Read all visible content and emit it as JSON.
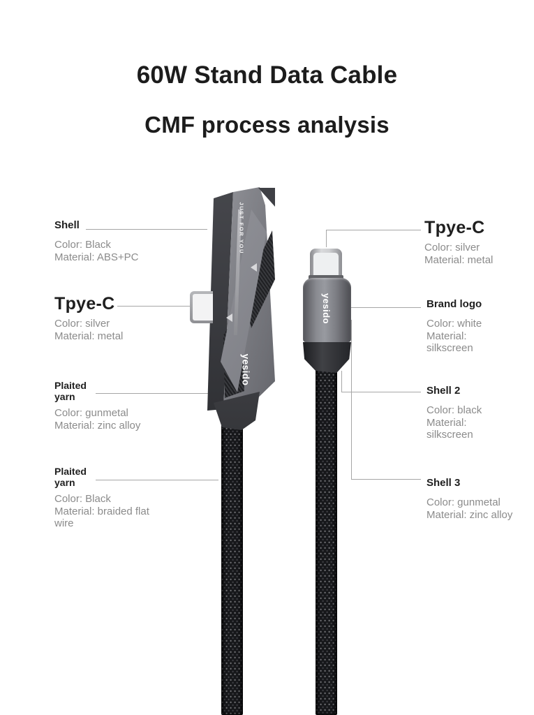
{
  "title": "60W Stand Data Cable",
  "subtitle": "CMF process analysis",
  "product": {
    "brand_logo": "yesido",
    "engraving": "JUST FOR YOU"
  },
  "left_callouts": [
    {
      "label": "Shell",
      "lines": [
        "Color: Black",
        "Material: ABS+PC"
      ]
    },
    {
      "label": "Tpye-C",
      "lines": [
        "Color: silver",
        "Material: metal"
      ]
    },
    {
      "label": "Plaited yarn",
      "lines": [
        "Color: gunmetal",
        "Material: zinc alloy"
      ]
    },
    {
      "label": "Plaited yarn",
      "lines": [
        "Color: Black",
        "Material: braided flat",
        "wire"
      ]
    }
  ],
  "right_callouts": [
    {
      "label": "Tpye-C",
      "lines": [
        "Color: silver",
        "Material: metal"
      ]
    },
    {
      "label": "Brand logo",
      "lines": [
        "Color: white",
        "Material:",
        "silkscreen"
      ]
    },
    {
      "label": "Shell 2",
      "lines": [
        "Color: black",
        "Material:",
        "silkscreen"
      ]
    },
    {
      "label": "Shell 3",
      "lines": [
        "Color: gunmetal",
        "Material: zinc alloy"
      ]
    }
  ],
  "colors": {
    "title_text": "#1c1c1c",
    "detail_text": "#8b8b8b",
    "leader_line": "#a6a6a6",
    "connector_gunmetal": "#85868c",
    "cable_black": "#17181b",
    "logo_text": "#ffffff"
  }
}
